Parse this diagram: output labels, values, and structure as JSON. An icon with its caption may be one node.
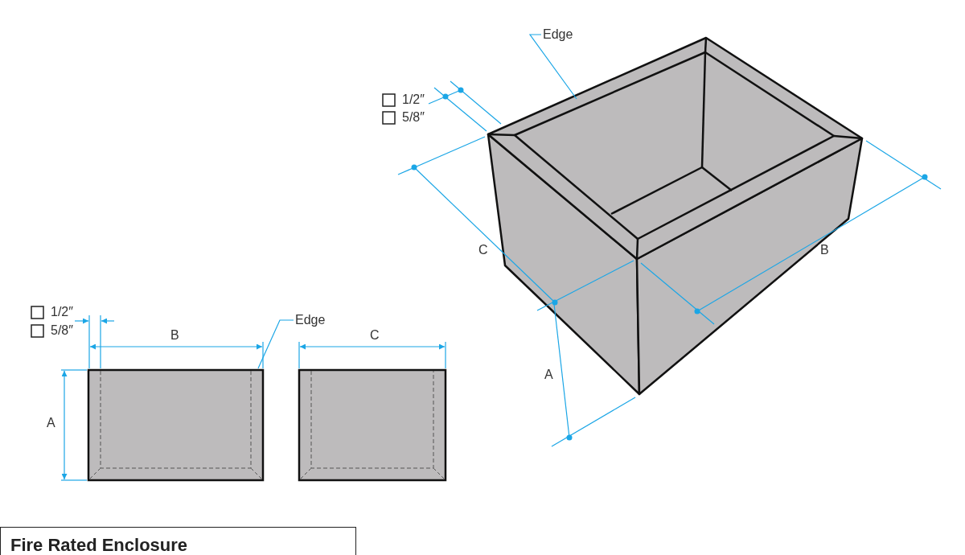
{
  "diagram": {
    "title": "Fire Rated Enclosure",
    "nodes": [
      {
        "text": [
          "Edge"
        ]
      },
      {
        "text": [
          "Edge"
        ]
      },
      {
        "text": [],
        "shape": "box"
      }
    ],
    "edges": [
      {
        "from": 0,
        "to": null,
        "arrow": "none"
      },
      {
        "from": 1,
        "to": 2,
        "arrow": "none"
      }
    ],
    "labels": [
      "1/2″",
      "5/8″",
      "C",
      "B",
      "1/2″",
      "5/8″",
      "B",
      "C",
      "A",
      "A"
    ]
  }
}
